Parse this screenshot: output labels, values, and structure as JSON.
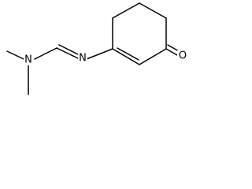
{
  "molecule": {
    "atoms": {
      "n_amine": {
        "symbol": "N"
      },
      "n_imine": {
        "symbol": "N"
      },
      "o_ketone": {
        "symbol": "O"
      }
    },
    "colors": {
      "bond": "#000000",
      "label": "#000000",
      "background": "#ffffff"
    }
  }
}
